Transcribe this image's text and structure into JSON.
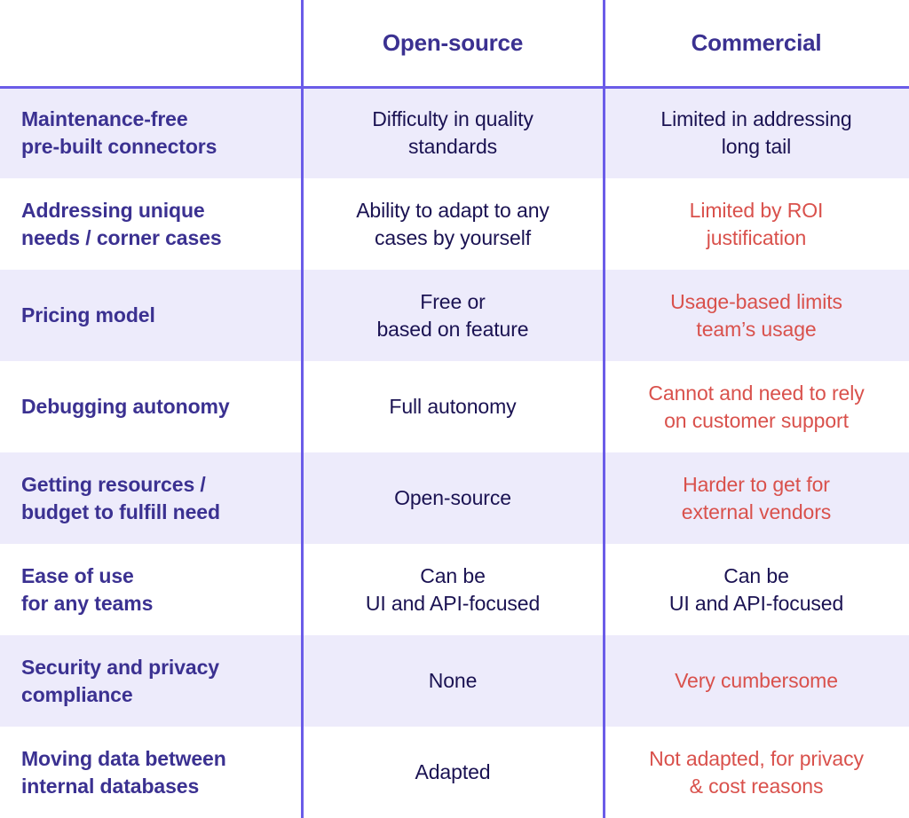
{
  "table": {
    "columns": [
      {
        "key": "criterion",
        "label": ""
      },
      {
        "key": "open_source",
        "label": "Open-source"
      },
      {
        "key": "commercial",
        "label": "Commercial"
      }
    ],
    "colors": {
      "heading_text": "#3b3191",
      "value_text": "#1a1252",
      "negative_text": "#d9514c",
      "rule": "#6b5ce8",
      "row_shaded": "#edebfb",
      "row_plain": "#ffffff"
    },
    "rows": [
      {
        "criterion": "Maintenance-free\npre-built connectors",
        "open_source": "Difficulty in quality\nstandards",
        "open_source_tone": "neutral",
        "commercial": "Limited in addressing\nlong tail",
        "commercial_tone": "neutral",
        "shaded": true
      },
      {
        "criterion": "Addressing unique\nneeds / corner cases",
        "open_source": "Ability to adapt to any\ncases by yourself",
        "open_source_tone": "neutral",
        "commercial": "Limited by ROI\njustification",
        "commercial_tone": "negative",
        "shaded": false
      },
      {
        "criterion": "Pricing model",
        "open_source": "Free or\nbased on feature",
        "open_source_tone": "neutral",
        "commercial": "Usage-based limits\nteam’s usage",
        "commercial_tone": "negative",
        "shaded": true
      },
      {
        "criterion": "Debugging autonomy",
        "open_source": "Full autonomy",
        "open_source_tone": "neutral",
        "commercial": "Cannot and need to rely\non customer support",
        "commercial_tone": "negative",
        "shaded": false
      },
      {
        "criterion": "Getting resources /\nbudget to fulfill need",
        "open_source": "Open-source",
        "open_source_tone": "neutral",
        "commercial": "Harder to get for\nexternal vendors",
        "commercial_tone": "negative",
        "shaded": true
      },
      {
        "criterion": "Ease of use\nfor any teams",
        "open_source": "Can be\nUI and API-focused",
        "open_source_tone": "neutral",
        "commercial": "Can be\nUI and API-focused",
        "commercial_tone": "neutral",
        "shaded": false
      },
      {
        "criterion": "Security and privacy\ncompliance",
        "open_source": "None",
        "open_source_tone": "neutral",
        "commercial": "Very cumbersome",
        "commercial_tone": "negative",
        "shaded": true
      },
      {
        "criterion": "Moving data between\ninternal databases",
        "open_source": "Adapted",
        "open_source_tone": "neutral",
        "commercial": "Not adapted, for privacy\n& cost reasons",
        "commercial_tone": "negative",
        "shaded": false
      }
    ]
  }
}
